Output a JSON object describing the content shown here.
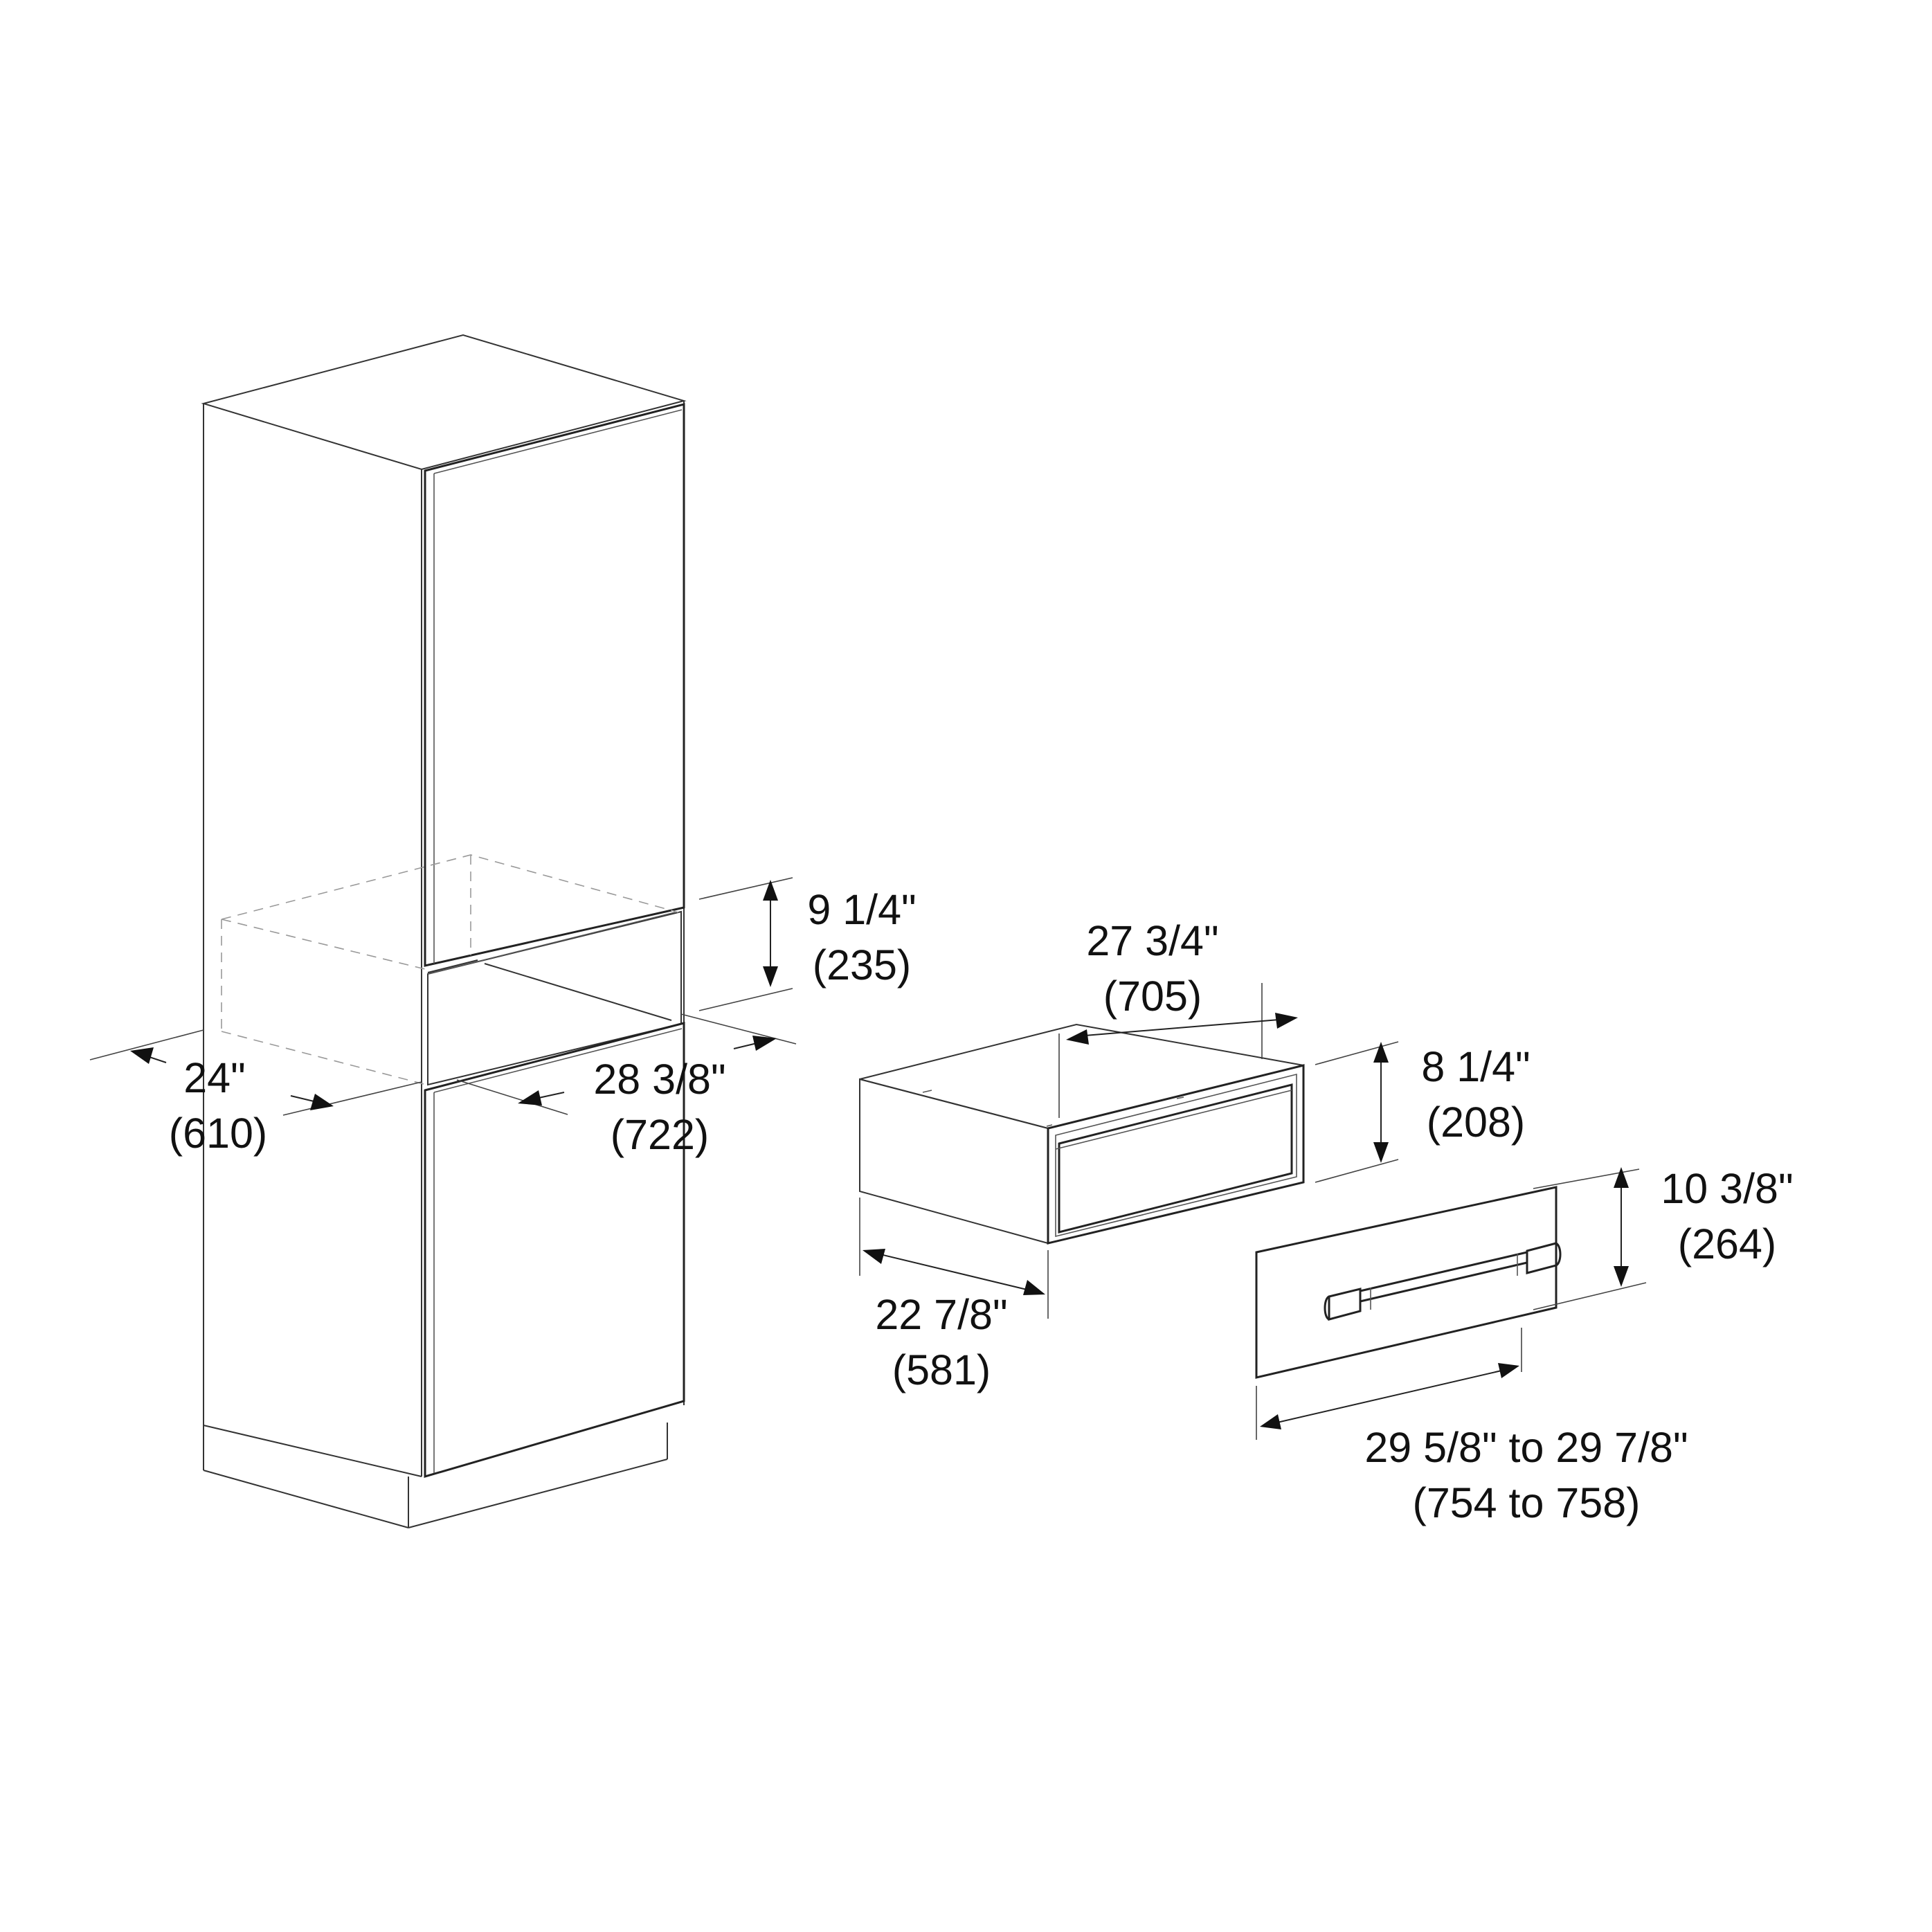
{
  "dimensions": {
    "cabinet_width": {
      "imperial": "24\"",
      "metric": "(610)"
    },
    "cabinet_depth": {
      "imperial": "28 3/8\"",
      "metric": "(722)"
    },
    "cutout_height": {
      "imperial": "9 1/4\"",
      "metric": "(235)"
    },
    "drawer_width": {
      "imperial": "27 3/4\"",
      "metric": "(705)"
    },
    "drawer_height": {
      "imperial": "8 1/4\"",
      "metric": "(208)"
    },
    "drawer_depth": {
      "imperial": "22 7/8\"",
      "metric": "(581)"
    },
    "panel_height": {
      "imperial": "10 3/8\"",
      "metric": "(264)"
    },
    "panel_width": {
      "imperial": "29 5/8\" to 29 7/8\"",
      "metric": "(754 to 758)"
    }
  }
}
